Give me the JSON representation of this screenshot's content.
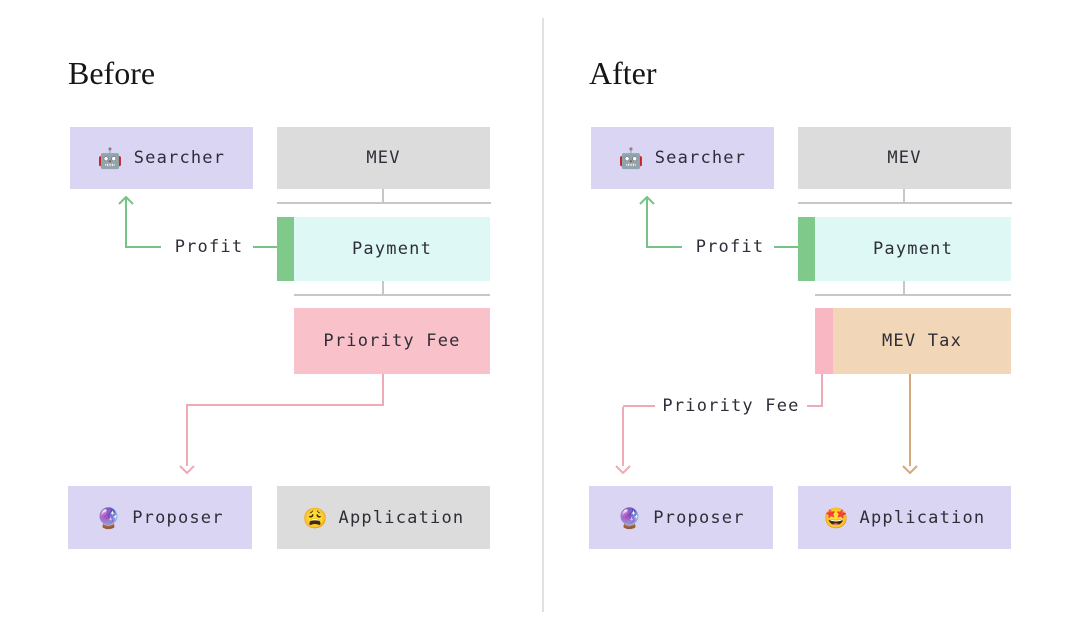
{
  "before": {
    "title": "Before",
    "searcher": {
      "icon": "🤖",
      "label": "Searcher"
    },
    "mev_label": "MEV",
    "payment_label": "Payment",
    "profit_label": "Profit",
    "priority_fee_label": "Priority Fee",
    "proposer": {
      "icon": "🔮",
      "label": "Proposer"
    },
    "application": {
      "icon": "😩",
      "label": "Application"
    }
  },
  "after": {
    "title": "After",
    "searcher": {
      "icon": "🤖",
      "label": "Searcher"
    },
    "mev_label": "MEV",
    "payment_label": "Payment",
    "profit_label": "Profit",
    "mev_tax_label": "MEV Tax",
    "priority_fee_label": "Priority Fee",
    "proposer": {
      "icon": "🔮",
      "label": "Proposer"
    },
    "application": {
      "icon": "🤩",
      "label": "Application"
    }
  },
  "colors": {
    "lavender_box": "#d9d5f3",
    "gray_box": "#dcdcdc",
    "cyan_box": "#def8f6",
    "green_accent": "#7fca8b",
    "pink_box": "#f9c2cb",
    "pink_accent": "#f9b6c3",
    "tan_box": "#f1d6b8",
    "tan_accent": "#d5a87e",
    "connector_gray": "#c7c7c7",
    "text": "#2e2e38"
  }
}
